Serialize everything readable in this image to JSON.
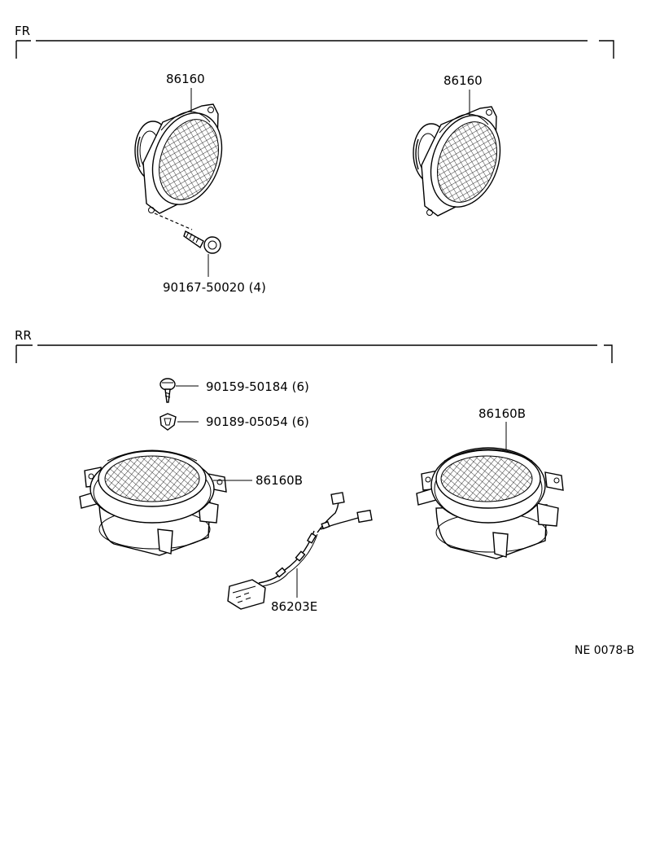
{
  "sections": {
    "front": "FR",
    "rear": "RR"
  },
  "parts": {
    "front_speaker_left": "86160",
    "front_speaker_right": "86160",
    "front_screw": "90167-50020 (4)",
    "rear_screw": "90159-50184 (6)",
    "rear_clip": "90189-05054 (6)",
    "rear_speaker_left": "86160B",
    "rear_speaker_right": "86160B",
    "rear_wire_harness": "86203E"
  },
  "reference_code": "NE 0078-B"
}
